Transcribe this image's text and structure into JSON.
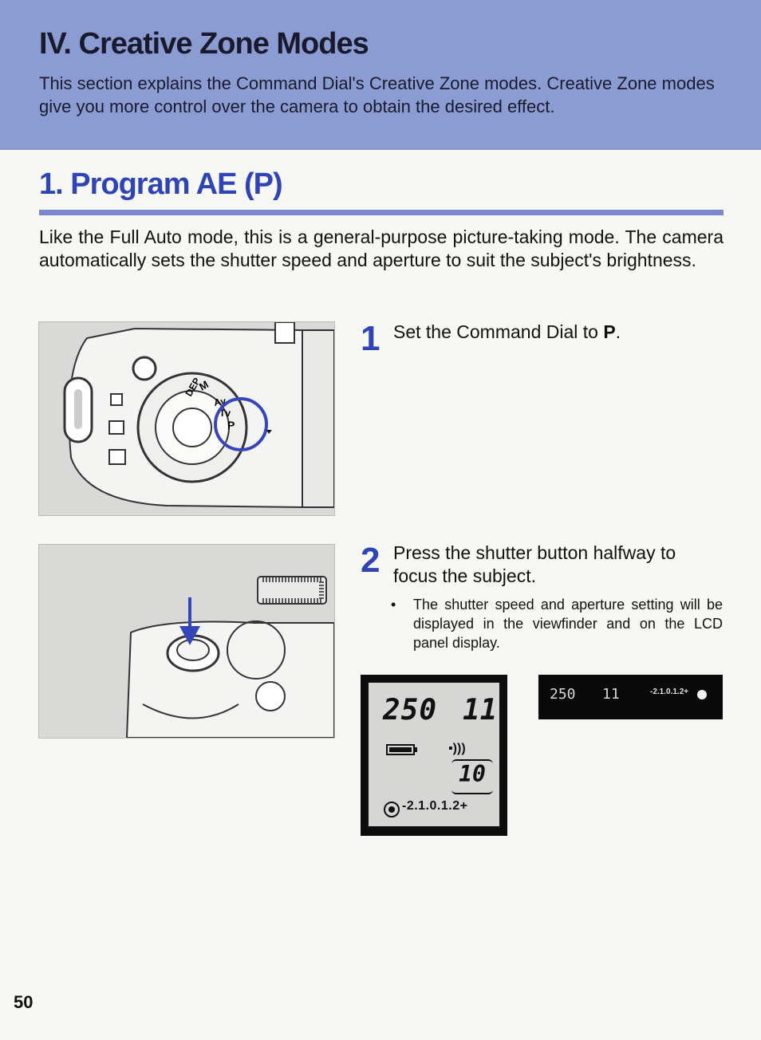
{
  "header": {
    "title": "IV. Creative Zone Modes",
    "intro": "This section explains the Command Dial's Creative Zone modes. Creative Zone modes give you more control over the camera to obtain the desired effect."
  },
  "section": {
    "title": "1. Program AE (P)",
    "body": "Like the Full Auto mode, this is a general-purpose picture-taking mode. The camera automatically sets the shutter speed and aperture to suit the subject's brightness."
  },
  "steps": [
    {
      "number": "1",
      "text_prefix": "Set the Command Dial to ",
      "text_bold": "P",
      "text_suffix": "."
    },
    {
      "number": "2",
      "text": "Press the shutter button halfway to focus the subject.",
      "bullet": "The shutter speed and aperture setting will be displayed in the viewfinder and on the LCD panel display."
    }
  ],
  "dial_labels": {
    "program": "P",
    "dep": "DEP",
    "av": "Av",
    "tv": "Tv",
    "manual": "M"
  },
  "lcd_panel": {
    "shutter": "250",
    "aperture": "11",
    "frames": "10",
    "exposure_scale": "-2.1.0.1.2+"
  },
  "viewfinder": {
    "shutter": "250",
    "aperture": "11",
    "exposure_scale": "-2.1.0.1.2+"
  },
  "page_number": "50",
  "colors": {
    "header_band": "#8b9cd3",
    "accent_blue": "#2f45b5",
    "rule": "#7a86cf"
  }
}
